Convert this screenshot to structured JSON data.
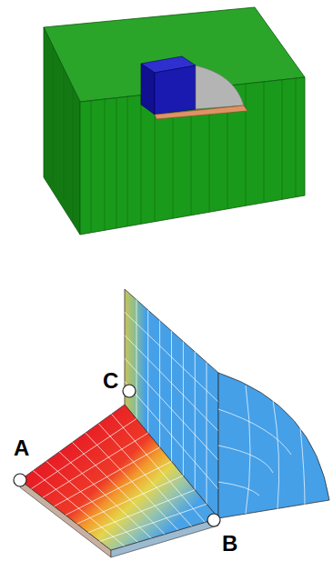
{
  "diagram": {
    "labels": [
      "C",
      "A",
      "B"
    ]
  }
}
